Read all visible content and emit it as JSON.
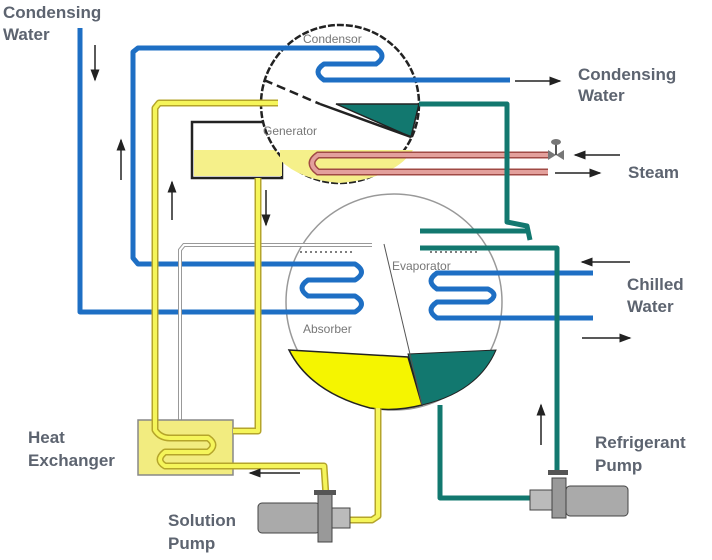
{
  "labels": {
    "condensing_water_in": [
      "Condensing",
      "Water"
    ],
    "condensing_water_out": [
      "Condensing",
      "Water"
    ],
    "steam": "Steam",
    "chilled_water": [
      "Chilled",
      "Water"
    ],
    "heat_exchanger": [
      "Heat",
      "Exchanger"
    ],
    "solution_pump": [
      "Solution",
      "Pump"
    ],
    "refrigerant_pump": [
      "Refrigerant",
      "Pump"
    ]
  },
  "components": {
    "condensor": "Condensor",
    "generator": "Generator",
    "evaporator": "Evaporator",
    "absorber": "Absorber"
  },
  "colors": {
    "water_pipe": "#1e6fc4",
    "refrigerant": "#12786f",
    "solution": "#f2f22a",
    "solution_light": "#f5f08a",
    "steam_pipe": "#d98a86",
    "outline": "#222222",
    "label": "#5d6470"
  }
}
